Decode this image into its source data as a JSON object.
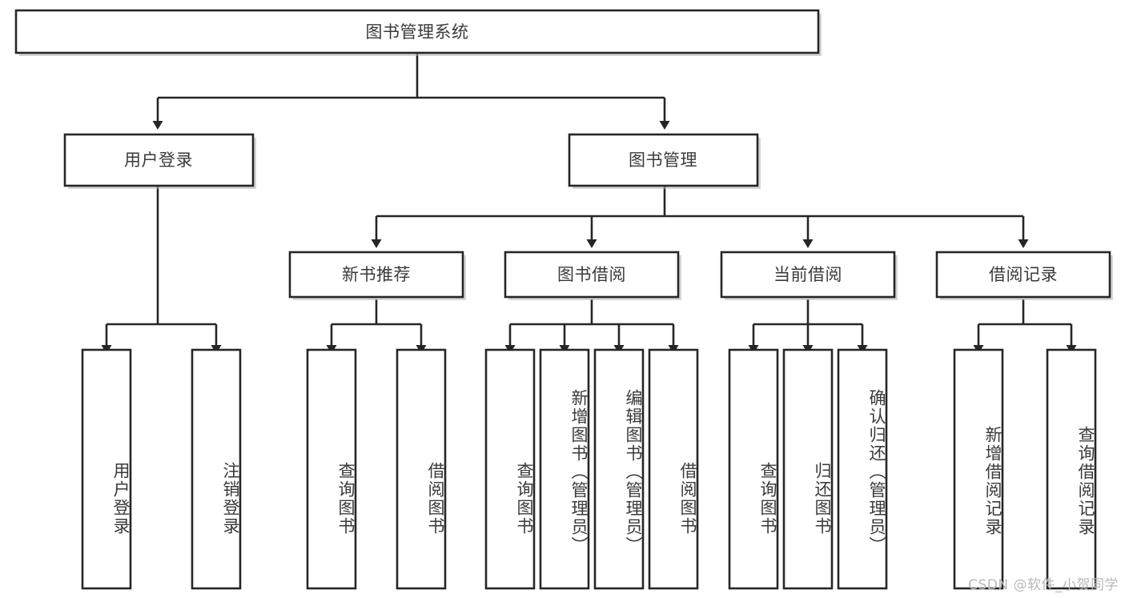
{
  "diagram": {
    "title": "图书管理系统",
    "type": "tree",
    "orientation": "top-down",
    "colors": {
      "box_fill": "#ffffff",
      "box_stroke": "#262626",
      "text": "#3a3a3a",
      "shadow": "#b3b3b3",
      "watermark": "#b9b9b9",
      "background": "#ffffff"
    },
    "root": {
      "label": "图书管理系统",
      "orientation": "horizontal"
    },
    "level2": [
      {
        "label": "用户登录",
        "orientation": "horizontal"
      },
      {
        "label": "图书管理",
        "orientation": "horizontal"
      }
    ],
    "level3": [
      {
        "label": "新书推荐",
        "orientation": "horizontal"
      },
      {
        "label": "图书借阅",
        "orientation": "horizontal"
      },
      {
        "label": "当前借阅",
        "orientation": "horizontal"
      },
      {
        "label": "借阅记录",
        "orientation": "horizontal"
      }
    ],
    "groups": [
      {
        "parent": "用户登录",
        "leaves": [
          {
            "label": "用户登录",
            "orientation": "vertical"
          },
          {
            "label": "注销登录",
            "orientation": "vertical"
          }
        ]
      },
      {
        "parent": "新书推荐",
        "leaves": [
          {
            "label": "查询图书",
            "orientation": "vertical"
          },
          {
            "label": "借阅图书",
            "orientation": "vertical"
          }
        ]
      },
      {
        "parent": "图书借阅",
        "leaves": [
          {
            "label": "查询图书",
            "orientation": "vertical"
          },
          {
            "label": "新增图书（管理员）",
            "orientation": "vertical"
          },
          {
            "label": "编辑图书（管理员）",
            "orientation": "vertical"
          },
          {
            "label": "借阅图书",
            "orientation": "vertical"
          }
        ]
      },
      {
        "parent": "当前借阅",
        "leaves": [
          {
            "label": "查询图书",
            "orientation": "vertical"
          },
          {
            "label": "归还图书",
            "orientation": "vertical"
          },
          {
            "label": "确认归还（管理员）",
            "orientation": "vertical"
          }
        ]
      },
      {
        "parent": "借阅记录",
        "leaves": [
          {
            "label": "新增借阅记录",
            "orientation": "vertical"
          },
          {
            "label": "查询借阅记录",
            "orientation": "vertical"
          }
        ]
      }
    ],
    "watermark": "CSDN @软件_小贺同学"
  }
}
